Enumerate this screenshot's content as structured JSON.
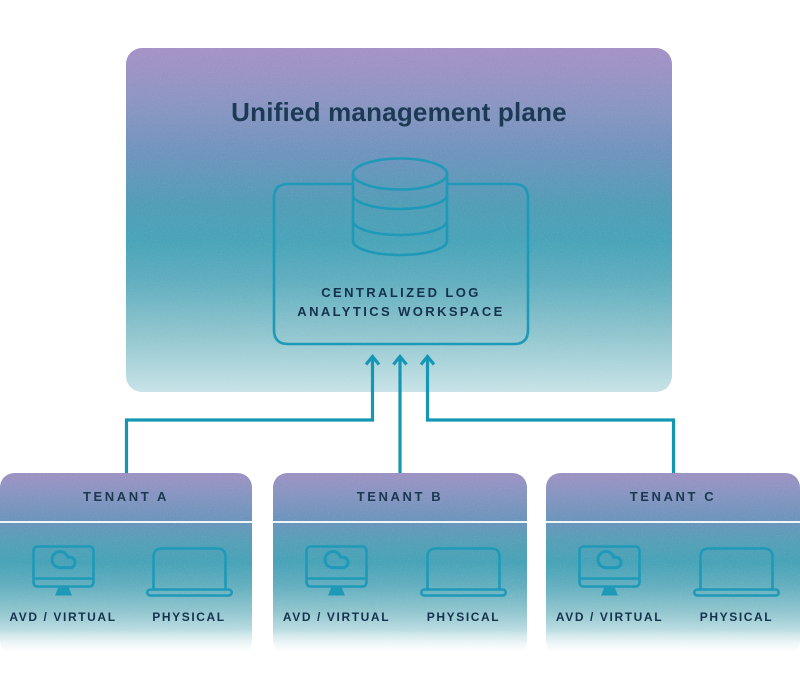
{
  "plane": {
    "title": "Unified management plane",
    "workspace": {
      "icon": "database-icon",
      "lines": [
        "CENTRALIZED LOG",
        "ANALYTICS WORKSPACE"
      ]
    }
  },
  "tenants": [
    {
      "name": "TENANT A",
      "devices": [
        {
          "icon": "cloud-monitor-icon",
          "label": "AVD / VIRTUAL"
        },
        {
          "icon": "laptop-icon",
          "label": "PHYSICAL"
        }
      ]
    },
    {
      "name": "TENANT B",
      "devices": [
        {
          "icon": "cloud-monitor-icon",
          "label": "AVD / VIRTUAL"
        },
        {
          "icon": "laptop-icon",
          "label": "PHYSICAL"
        }
      ]
    },
    {
      "name": "TENANT C",
      "devices": [
        {
          "icon": "cloud-monitor-icon",
          "label": "AVD / VIRTUAL"
        },
        {
          "icon": "laptop-icon",
          "label": "PHYSICAL"
        }
      ]
    }
  ],
  "colors": {
    "accent_teal": "#1596b4",
    "stroke_teal": "#1e9ab8",
    "text_navy": "#16334e",
    "title_navy": "#1c3a54",
    "gradient_top_purple": "#a591c6",
    "gradient_mid_teal": "#47a3b8",
    "gradient_bottom_light": "#c7e3e7",
    "divider_white": "#eef6f8"
  }
}
